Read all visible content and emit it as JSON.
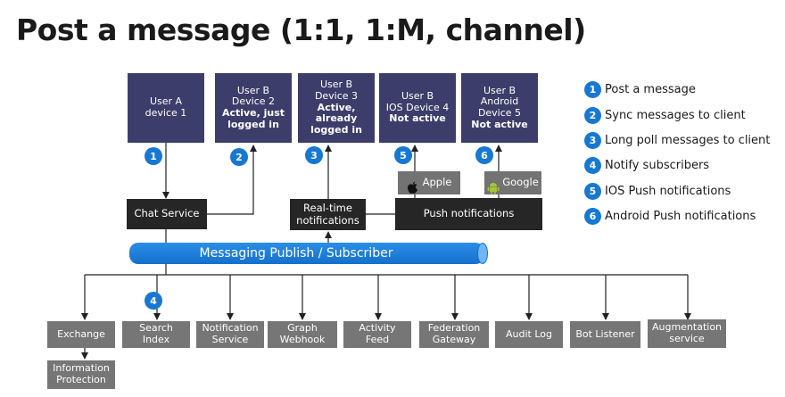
{
  "title": "Post a message (1:1, 1:M, channel)",
  "devices": [
    {
      "line1": "User A",
      "line2": "device 1",
      "bold": ""
    },
    {
      "line1": "User B",
      "line2": "Device 2",
      "bold": "Active, just\nlogged in"
    },
    {
      "line1": "User B",
      "line2": "Device 3",
      "bold": "Active,\nalready\nlogged in"
    },
    {
      "line1": "User B",
      "line2": "IOS Device 4",
      "bold": "Not active"
    },
    {
      "line1": "User B",
      "line2": "Android\nDevice 5",
      "bold": "Not active"
    }
  ],
  "vendors": {
    "apple": "Apple",
    "google": "Google"
  },
  "services": {
    "chat": "Chat Service",
    "realtime": "Real-time\nnotifications",
    "push": "Push notifications"
  },
  "bus": "Messaging Publish / Subscriber",
  "subscribers": [
    "Exchange",
    "Search\nIndex",
    "Notification\nService",
    "Graph\nWebhook",
    "Activity\nFeed",
    "Federation\nGateway",
    "Audit Log",
    "Bot Listener",
    "Augmentation\nservice"
  ],
  "info_protection": "Information\nProtection",
  "badges": [
    "1",
    "2",
    "3",
    "4",
    "5",
    "6"
  ],
  "legend": [
    {
      "num": "1",
      "text": "Post a message"
    },
    {
      "num": "2",
      "text": "Sync messages to client"
    },
    {
      "num": "3",
      "text": "Long poll messages to client"
    },
    {
      "num": "4",
      "text": "Notify subscribers"
    },
    {
      "num": "5",
      "text": "IOS Push notifications"
    },
    {
      "num": "6",
      "text": "Android Push notifications"
    }
  ],
  "icons": [
    "apple-icon",
    "android-icon"
  ],
  "colors": {
    "device": "#3d3d6b",
    "dark": "#262626",
    "service": "#767676",
    "accent": "#1778d2"
  }
}
